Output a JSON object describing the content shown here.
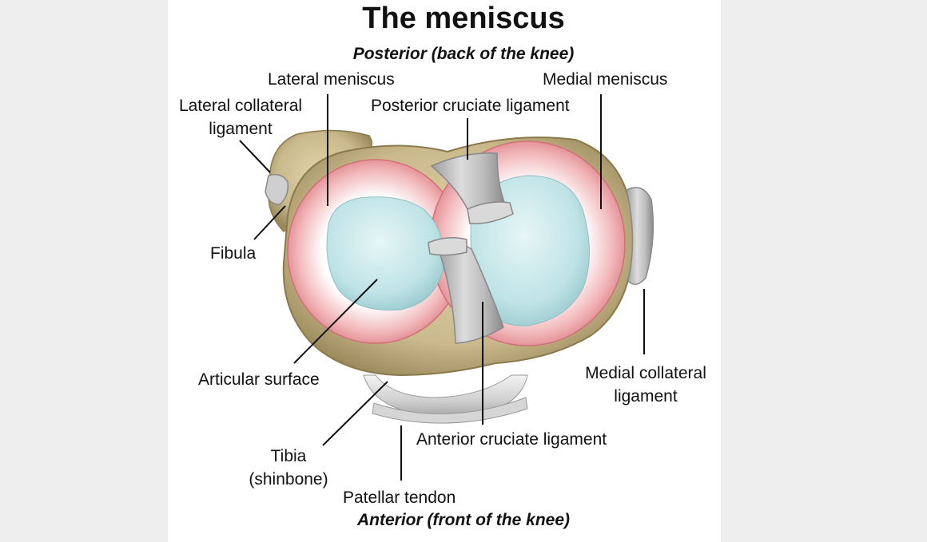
{
  "title": "The meniscus",
  "orientation": {
    "posterior": "Posterior (back of the knee)",
    "anterior": "Anterior (front of the knee)"
  },
  "labels": {
    "lateral_meniscus": "Lateral meniscus",
    "medial_meniscus": "Medial meniscus",
    "lateral_collateral_line1": "Lateral collateral",
    "lateral_collateral_line2": "ligament",
    "posterior_cruciate": "Posterior cruciate ligament",
    "fibula": "Fibula",
    "articular_surface": "Articular surface",
    "medial_collateral_line1": "Medial collateral",
    "medial_collateral_line2": "ligament",
    "anterior_cruciate": "Anterior cruciate ligament",
    "tibia_line1": "Tibia",
    "tibia_line2": "(shinbone)",
    "patellar_tendon": "Patellar tendon"
  },
  "colors": {
    "bone": "#c9b98c",
    "meniscus": "#e9a0a4",
    "cartilage": "#bfe3e6",
    "ligament": "#c8c8c8"
  }
}
